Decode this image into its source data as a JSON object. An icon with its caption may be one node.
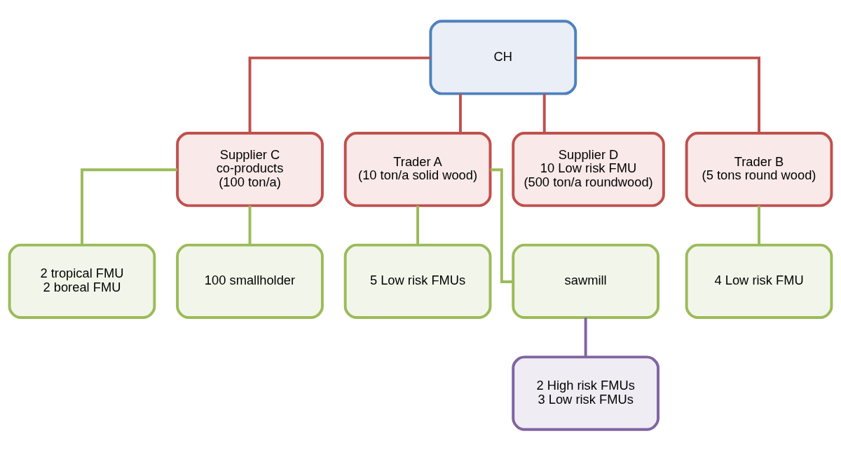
{
  "diagram": {
    "nodes": [
      {
        "text": [
          "CH"
        ]
      },
      {
        "text": [
          "Supplier C",
          "co-products",
          "(100 ton/a)"
        ]
      },
      {
        "text": [
          "Trader A",
          "(10 ton/a solid wood)"
        ]
      },
      {
        "text": [
          "Supplier D",
          "10 Low risk FMU",
          "(500 ton/a roundwood)"
        ]
      },
      {
        "text": [
          "Trader B",
          "(5 tons round wood)"
        ]
      },
      {
        "text": [
          "2 tropical FMU",
          "2 boreal FMU"
        ]
      },
      {
        "text": [
          "100 smallholder"
        ]
      },
      {
        "text": [
          "5 Low risk FMUs"
        ]
      },
      {
        "text": [
          "sawmill"
        ]
      },
      {
        "text": [
          "4 Low risk FMU"
        ]
      },
      {
        "text": [
          "2 High risk FMUs",
          "3 Low risk FMUs"
        ]
      }
    ],
    "edges": [
      {
        "from": 0,
        "to": 1,
        "arrow": "none",
        "color": "#c0504d"
      },
      {
        "from": 0,
        "to": 2,
        "arrow": "none",
        "color": "#c0504d"
      },
      {
        "from": 0,
        "to": 3,
        "arrow": "none",
        "color": "#c0504d"
      },
      {
        "from": 0,
        "to": 4,
        "arrow": "none",
        "color": "#c0504d"
      },
      {
        "from": 1,
        "to": 5,
        "arrow": "none",
        "color": "#9bbb59"
      },
      {
        "from": 1,
        "to": 6,
        "arrow": "none",
        "color": "#9bbb59"
      },
      {
        "from": 2,
        "to": 7,
        "arrow": "none",
        "color": "#9bbb59"
      },
      {
        "from": 2,
        "to": 8,
        "arrow": "none",
        "color": "#9bbb59"
      },
      {
        "from": 4,
        "to": 9,
        "arrow": "none",
        "color": "#9bbb59"
      },
      {
        "from": 8,
        "to": 10,
        "arrow": "none",
        "color": "#8064a2"
      }
    ]
  }
}
